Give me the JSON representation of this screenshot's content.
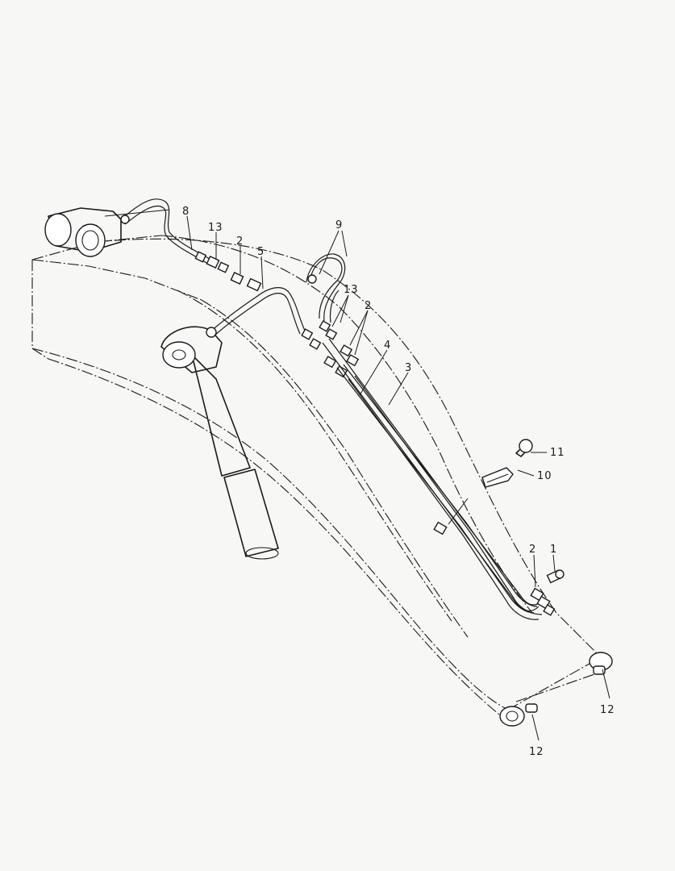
{
  "labels": {
    "l1": "1",
    "l2a": "2",
    "l2b": "2",
    "l2c": "2",
    "l3": "3",
    "l4": "4",
    "l5": "5",
    "l8": "8",
    "l9": "9",
    "l10": "10",
    "l11": "11",
    "l12a": "12",
    "l12b": "12",
    "l13a": "13",
    "l13b": "13"
  },
  "colors": {
    "ink": "#1a1a1a",
    "paper": "#f7f7f5"
  }
}
